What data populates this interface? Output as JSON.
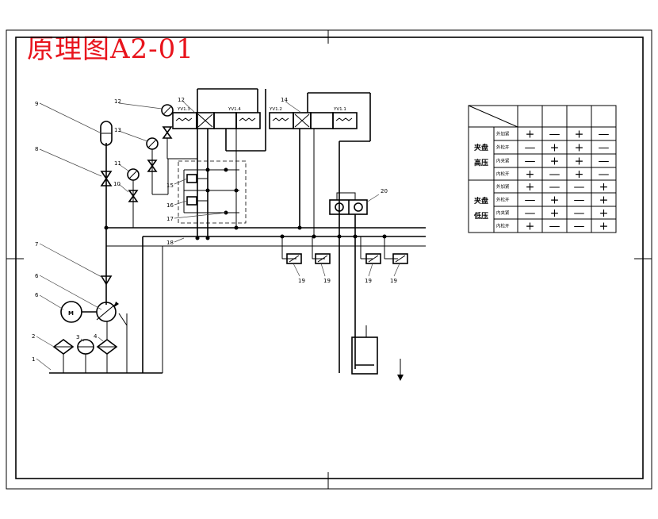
{
  "title": "原理图A2-01",
  "valves": {
    "left_solenoid_left": "YV1.3",
    "left_solenoid_right": "YV1.4",
    "right_solenoid_left": "YV1.2",
    "right_solenoid_right": "YV1.1"
  },
  "labels": {
    "n1": "1",
    "n2": "2",
    "n3": "3",
    "n4": "4",
    "n6": "6",
    "n7": "7",
    "n8": "8",
    "n9": "9",
    "n10": "10",
    "n11": "11",
    "n12a": "12",
    "n12b": "12",
    "n13": "13",
    "n14": "14",
    "n15": "15",
    "n16": "16",
    "n17": "17",
    "n18": "18",
    "n20": "20",
    "n19a": "19",
    "n19b": "19",
    "n19c": "19",
    "n19d": "19"
  },
  "table": {
    "groups": [
      {
        "name": "夹盘高压",
        "rows": [
          {
            "label": "外加紧",
            "signs": [
              "+",
              "—",
              "+",
              "—"
            ]
          },
          {
            "label": "外松开",
            "signs": [
              "—",
              "+",
              "+",
              "—"
            ]
          },
          {
            "label": "内夹紧",
            "signs": [
              "—",
              "+",
              "+",
              "—"
            ]
          },
          {
            "label": "内松开",
            "signs": [
              "+",
              "—",
              "+",
              "—"
            ]
          }
        ]
      },
      {
        "name": "夹盘低压",
        "rows": [
          {
            "label": "外加紧",
            "signs": [
              "+",
              "—",
              "—",
              "+"
            ]
          },
          {
            "label": "外松开",
            "signs": [
              "—",
              "+",
              "—",
              "+"
            ]
          },
          {
            "label": "内夹紧",
            "signs": [
              "—",
              "+",
              "—",
              "+"
            ]
          },
          {
            "label": "内松开",
            "signs": [
              "+",
              "—",
              "—",
              "+"
            ]
          }
        ]
      }
    ]
  }
}
